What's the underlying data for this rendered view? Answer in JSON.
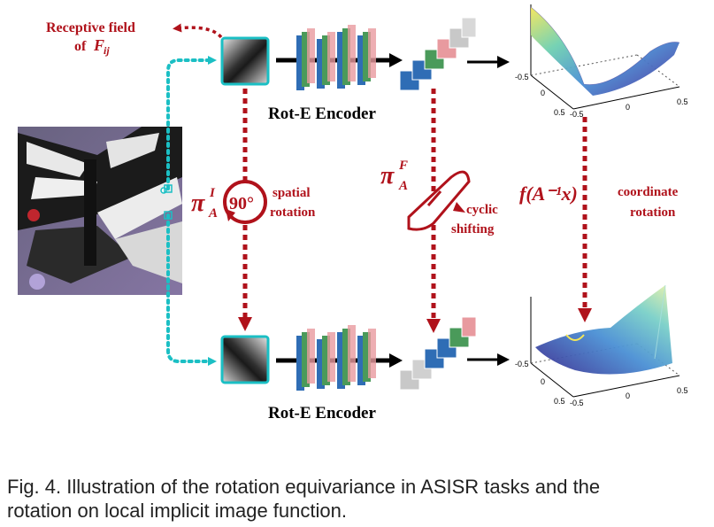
{
  "labels": {
    "receptive_field_line1": "Receptive field",
    "receptive_field_of": "of",
    "receptive_field_sym": "F",
    "receptive_field_sub": "ij",
    "encoder_top": "Rot-E Encoder",
    "encoder_bottom": "Rot-E Encoder",
    "pi_symbol": "π",
    "pi_I_sup": "I",
    "pi_I_sub": "A",
    "pi_F_sup": "F",
    "pi_F_sub": "A",
    "angle": "90°",
    "spatial": "spatial",
    "rotation": "rotation",
    "cyclic": "cyclic",
    "shifting": "shifting",
    "func": "f(A⁻¹x)",
    "coordinate": "coordinate",
    "coord_rotation": "rotation"
  },
  "plot_ticks": {
    "top": {
      "left_neg": "-0.5",
      "left_zero": "0",
      "left_pos": "0.5",
      "bottom_neg": "-0.5",
      "bottom_zero": "0",
      "bottom_pos": "0.5"
    },
    "bottom": {
      "left_neg": "-0.5",
      "left_zero": "0",
      "left_pos": "0.5",
      "bottom_neg": "-0.5",
      "bottom_zero": "0",
      "bottom_pos": "0.5"
    }
  },
  "colors": {
    "accent_red": "#b0121b",
    "teal": "#1bbfc4",
    "blue": "#2f6db5",
    "green": "#4a9a5a",
    "pink": "#e89a9f",
    "gray": "#c8c8c8"
  },
  "caption": {
    "line1": "Fig. 4. Illustration of the rotation equivariance in ASISR tasks and the",
    "line2": "rotation on local implicit image function."
  }
}
